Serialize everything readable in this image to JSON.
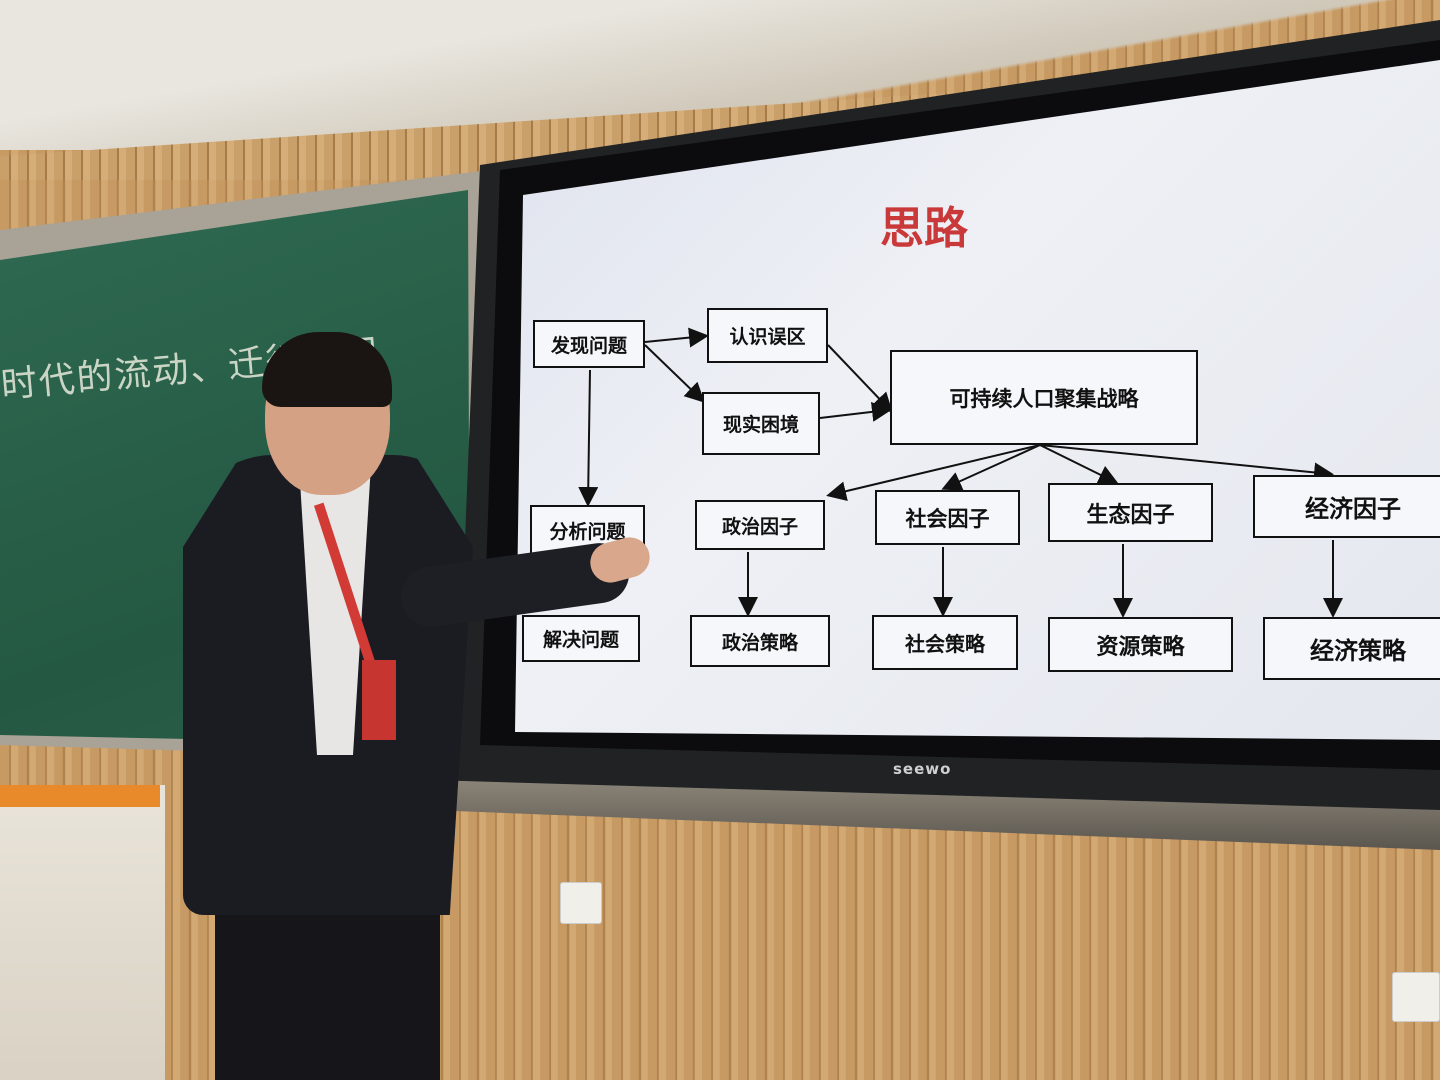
{
  "chalkboard": {
    "text": "时代的流动、迁徙与网"
  },
  "display": {
    "brand": "seewo"
  },
  "slide": {
    "title": "思路",
    "boxes": {
      "find_problem": "发现问题",
      "misconception": "认识误区",
      "dilemma": "现实困境",
      "strategy": "可持续人口聚集战略",
      "analyze": "分析问题",
      "solve": "解决问题",
      "politics_factor": "政治因子",
      "society_factor": "社会因子",
      "ecology_factor": "生态因子",
      "economy_factor": "经济因子",
      "politics_strategy": "政治策略",
      "society_strategy": "社会策略",
      "resource_strategy": "资源策略",
      "economy_strategy": "经济策略"
    }
  }
}
